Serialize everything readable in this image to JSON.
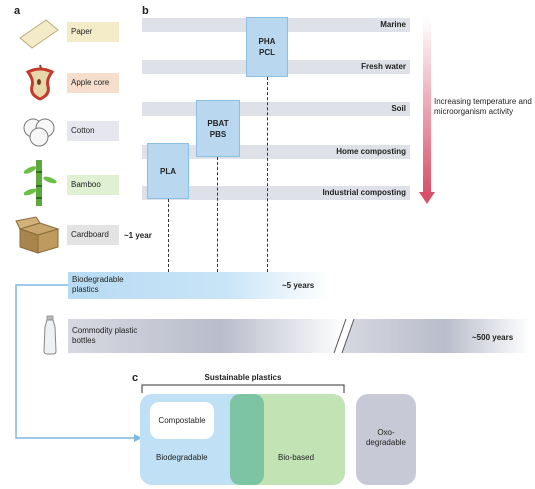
{
  "panel_a": {
    "letter": "a",
    "items": [
      {
        "label": "Paper",
        "icon": "paper-icon",
        "color": "#f4ecc9"
      },
      {
        "label": "Apple core",
        "icon": "apple-core-icon",
        "color": "#f6ddcc"
      },
      {
        "label": "Cotton",
        "icon": "cotton-icon",
        "color": "#e6e6ef"
      },
      {
        "label": "Bamboo",
        "icon": "bamboo-icon",
        "color": "#dff0d3"
      },
      {
        "label": "Cardboard",
        "icon": "cardboard-box-icon",
        "color": "#e3e3e3"
      }
    ],
    "cardboard_time": "~1 year"
  },
  "panel_b": {
    "letter": "b",
    "environments": [
      "Marine",
      "Fresh water",
      "Soil",
      "Home composting",
      "Industrial composting"
    ],
    "polymers": [
      {
        "line1": "PHA",
        "line2": "PCL"
      },
      {
        "line1": "PBAT",
        "line2": "PBS"
      },
      {
        "line1": "PLA",
        "line2": ""
      }
    ],
    "gradient_label": "Increasing temperature and microorganism activity",
    "gradient_color": "#d9506a"
  },
  "timeline": {
    "biodegradable_label": "Biodegradable plastics",
    "biodegradable_time": "~5 years",
    "commodity_label": "Commodity plastic bottles",
    "commodity_time": "~500 years",
    "bottle_icon": "plastic-bottle-icon"
  },
  "panel_c": {
    "letter": "c",
    "header": "Sustainable plastics",
    "compostable": "Compostable",
    "biodegradable": "Biodegradable",
    "biobased": "Bio-based",
    "oxo": "Oxo-degradable"
  }
}
